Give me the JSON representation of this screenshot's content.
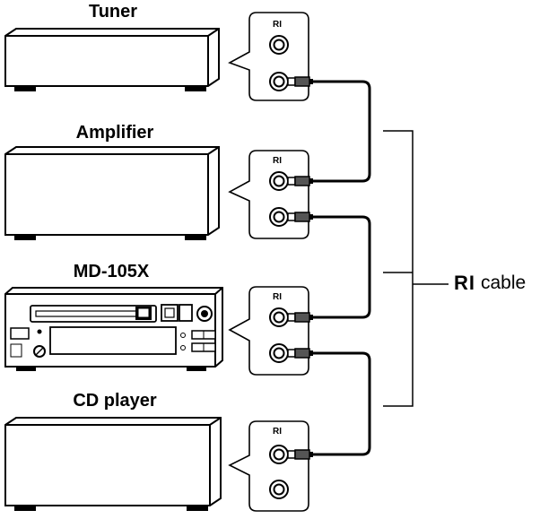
{
  "devices": [
    {
      "id": "tuner",
      "label": "Tuner"
    },
    {
      "id": "amplifier",
      "label": "Amplifier"
    },
    {
      "id": "md",
      "label": "MD-105X"
    },
    {
      "id": "cd",
      "label": "CD player"
    }
  ],
  "panel_label": "RI",
  "cable_label": {
    "logo": "RI",
    "text": "cable"
  },
  "colors": {
    "line": "#000000",
    "fill": "#ffffff",
    "plug": "#555555"
  }
}
